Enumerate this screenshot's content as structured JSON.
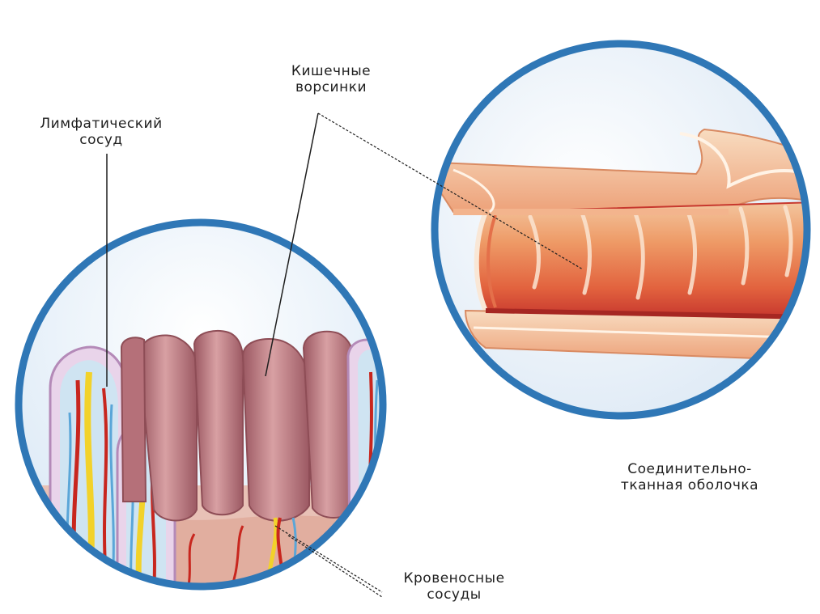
{
  "labels": {
    "lymphatic_vessel": {
      "line1": "Лимфатический",
      "line2": "сосуд"
    },
    "intestinal_villi": {
      "line1": "Кишечные",
      "line2": "ворсинки"
    },
    "connective_tissue": {
      "line1": "Соединительно-",
      "line2": "тканная оболочка"
    },
    "blood_vessels": {
      "line1": "Кровеносные",
      "line2": "сосуды"
    }
  },
  "colors": {
    "circle_border": "#2f77b6",
    "circle_fill": "#eaf2fa",
    "villus_pink": "#c9848a",
    "villus_dark": "#8e4d56",
    "epithelium": "#e9d4ea",
    "lymph_yellow": "#f2d22a",
    "blood_red": "#c8261e",
    "vein_blue": "#5aa6d8",
    "intestine_orange": "#e98752",
    "intestine_dark": "#c9423a",
    "intestine_light": "#f6d2b2"
  }
}
